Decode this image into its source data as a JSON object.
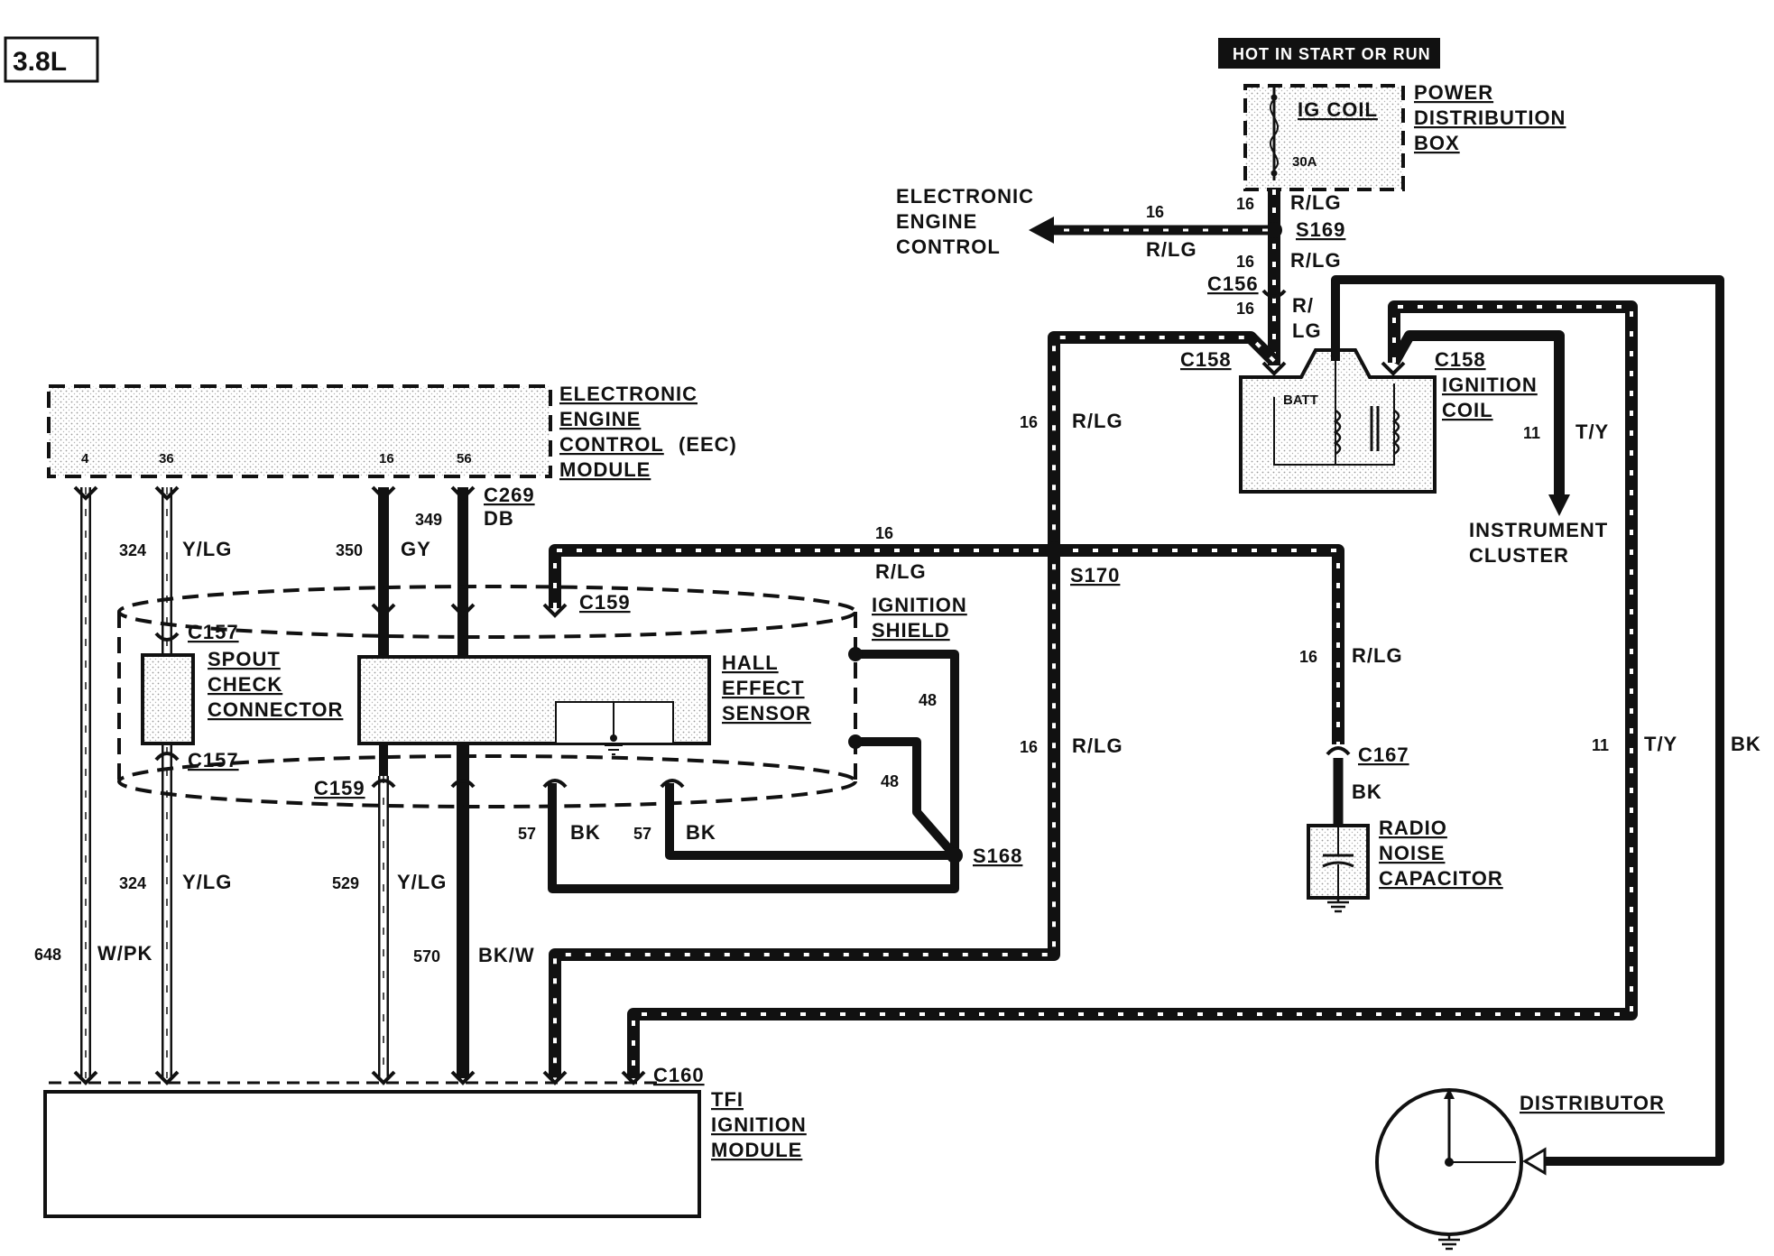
{
  "engine_label": "3.8L",
  "power_feed": "HOT IN START OR RUN",
  "power_dist": {
    "fuse_name": "IG COIL",
    "fuse_rating": "30A",
    "title": [
      "POWER",
      "DISTRIBUTION",
      "BOX"
    ]
  },
  "eec_branch": {
    "dest": [
      "ELECTRONIC",
      "ENGINE",
      "CONTROL"
    ],
    "gauge": "16",
    "color": "R/LG"
  },
  "feed": {
    "g1": "16",
    "c1": "R/LG",
    "splice": "S169",
    "g2": "16",
    "c2": "R/LG",
    "connector": "C156",
    "g3": "16",
    "c3a": "R/",
    "c3b": "LG"
  },
  "coil": {
    "conn_left": "C158",
    "conn_right": "C158",
    "batt": "BATT",
    "title": [
      "IGNITION",
      "COIL"
    ]
  },
  "cluster": {
    "gauge": "11",
    "color": "T/Y",
    "dest": [
      "INSTRUMENT",
      "CLUSTER"
    ]
  },
  "eec_module": {
    "title": [
      "ELECTRONIC",
      "ENGINE",
      "CONTROL",
      "MODULE"
    ],
    "suffix": "(EEC)",
    "pins": [
      "4",
      "36",
      "16",
      "56"
    ]
  },
  "wires_top": {
    "w324": {
      "gauge": "324",
      "color": "Y/LG"
    },
    "w350": {
      "gauge": "350",
      "color": "GY"
    },
    "w349": {
      "gauge": "349"
    },
    "c269": "C269",
    "db": "DB"
  },
  "shield": {
    "title": [
      "IGNITION",
      "SHIELD"
    ],
    "c159_top": "C159",
    "c159_bot": "C159",
    "w48a": "48",
    "w48b": "48",
    "splice": "S168"
  },
  "spout": {
    "c157_top": "C157",
    "c157_bot": "C157",
    "title": [
      "SPOUT",
      "CHECK",
      "CONNECTOR"
    ]
  },
  "hall": {
    "title": [
      "HALL",
      "EFFECT",
      "SENSOR"
    ]
  },
  "hall_out": {
    "g1": "57",
    "c1": "BK",
    "g2": "57",
    "c2": "BK"
  },
  "s170": {
    "gauge": "16",
    "color": "R/LG",
    "splice": "S170"
  },
  "riser": {
    "g_top": "16",
    "c_top": "R/LG",
    "g_bot": "16",
    "c_bot": "R/LG"
  },
  "radio": {
    "gauge": "16",
    "color": "R/LG",
    "connector": "C167",
    "bk": "BK",
    "title": [
      "RADIO",
      "NOISE",
      "CAPACITOR"
    ]
  },
  "right_wires": {
    "g11": "11",
    "ty": "T/Y",
    "bk": "BK"
  },
  "bottom_wires": {
    "w324": {
      "gauge": "324",
      "color": "Y/LG"
    },
    "w529": {
      "gauge": "529",
      "color": "Y/LG"
    },
    "w648": {
      "gauge": "648",
      "color": "W/PK"
    },
    "w570": {
      "gauge": "570",
      "color": "BK/W"
    }
  },
  "tfi": {
    "connector": "C160",
    "title": [
      "TFI",
      "IGNITION",
      "MODULE"
    ]
  },
  "distributor": {
    "title": "DISTRIBUTOR"
  }
}
